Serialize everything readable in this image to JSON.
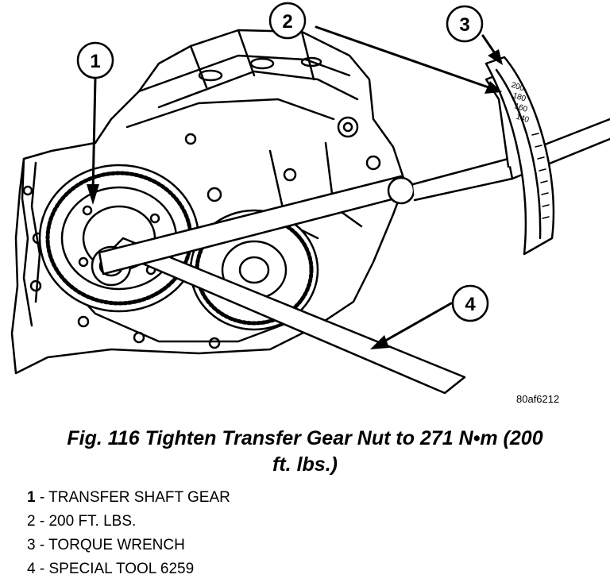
{
  "figure": {
    "code": "80af6212",
    "callouts": [
      "1",
      "2",
      "3",
      "4"
    ],
    "scale_labels": [
      "200",
      "180",
      "160",
      "140"
    ]
  },
  "caption": {
    "line1": "Fig. 116 Tighten Transfer Gear Nut to 271 N•m (200",
    "line2": "ft. lbs.)"
  },
  "legend": [
    {
      "num": "1",
      "sep": " - ",
      "text": "TRANSFER SHAFT GEAR"
    },
    {
      "num": "2",
      "sep": " - ",
      "text": "200 FT. LBS."
    },
    {
      "num": "3",
      "sep": " - ",
      "text": "TORQUE WRENCH"
    },
    {
      "num": "4",
      "sep": " - ",
      "text": "SPECIAL TOOL 6259"
    }
  ]
}
